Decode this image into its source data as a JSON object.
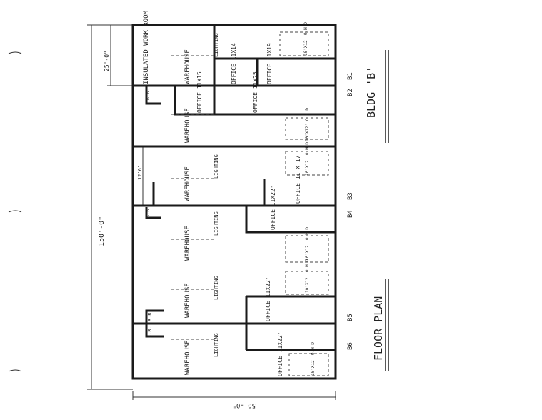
{
  "title": "FLOOR PLAN",
  "building": "BLDG 'B'",
  "dimensions": {
    "top_unit": "25'-0\"",
    "length": "150'-0\"",
    "width": "50'-0\"",
    "corridor": "12'6\""
  },
  "rooms": {
    "insulated": "INSULATED WORK ROOM",
    "warehouse": "WAREHOUSE",
    "lighting": "LIGHTING",
    "rr": "R.R.",
    "office_11x14": "OFFICE 11X14",
    "office_11x19": "OFFICE 11X19",
    "office_11x15": "OFFICE 11X15",
    "office_11x25": "OFFICE 11X25",
    "office_11x17": "OFFICE 11 X 17",
    "office_11x22": "OFFICE 11X22'",
    "ohd": "10'X12' O.H.D"
  },
  "bays": [
    "B1",
    "B2",
    "B3",
    "B4",
    "B5",
    "B6"
  ]
}
